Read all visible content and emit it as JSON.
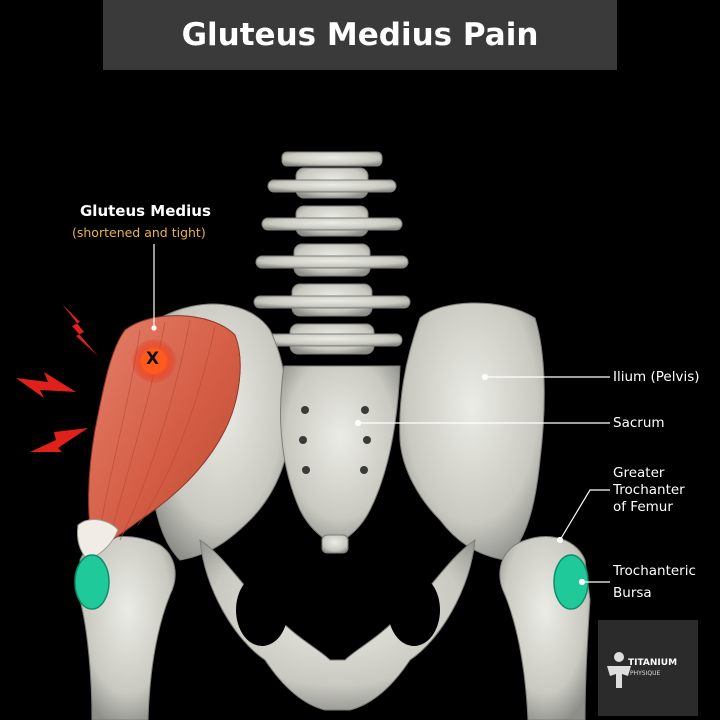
{
  "title": "Gluteus Medius Pain",
  "labels": {
    "muscle_name": "Gluteus Medius",
    "muscle_note": "(shortened and tight)",
    "marker": "X",
    "ilium": "Ilium (Pelvis)",
    "sacrum": "Sacrum",
    "trochanter_line1": "Greater",
    "trochanter_line2": "Trochanter",
    "trochanter_line3": "of Femur",
    "bursa_line1": "Trochanteric",
    "bursa_line2": "Bursa"
  },
  "logo": {
    "name": "TITANIUM",
    "tagline": "PHYSIQUE"
  },
  "colors": {
    "background": "#000000",
    "title_bar": "#3a3a3a",
    "bone": "#d8d8d2",
    "muscle": "#d9634a",
    "bursa": "#1fc99a",
    "pain_marker": "#ff3b1f",
    "lightning": "#e0201b",
    "note_text": "#e8b34a"
  },
  "icons": [
    "lightning-bolt-icon",
    "pain-marker-icon",
    "logo-icon"
  ]
}
